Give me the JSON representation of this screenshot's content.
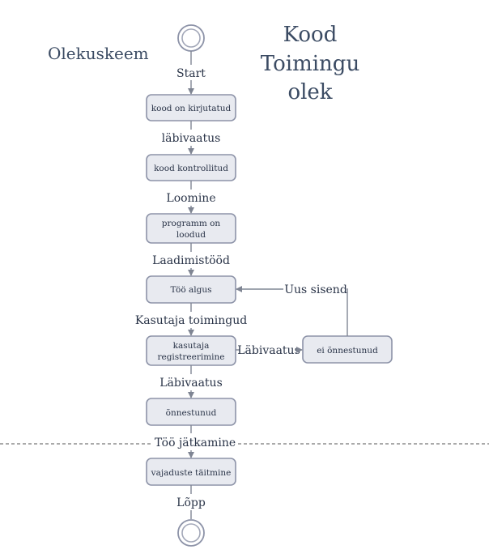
{
  "diagram_title": "Olekuskeem",
  "heading_lines": [
    "Kood",
    "Toimingu",
    "olek"
  ],
  "states": {
    "s1": "kood on kirjutatud",
    "s2": "kood kontrollitud",
    "s3_line1": "programm on",
    "s3_line2": "loodud",
    "s4": "Töö algus",
    "s5_line1": "kasutaja",
    "s5_line2": "registreerimine",
    "s6": "õnnestunud",
    "s7": "vajaduste täitmine",
    "fail": "ei õnnestunud"
  },
  "transitions": {
    "start": "Start",
    "t1": "läbivaatus",
    "t2": "Loomine",
    "t3": "Laadimistööd",
    "t4": "Kasutaja toimingud",
    "t5": "Läbivaatus",
    "t6": "Töö jätkamine",
    "end": "Lõpp",
    "to_fail": "Läbivaatus",
    "retry": "Uus sisend"
  }
}
